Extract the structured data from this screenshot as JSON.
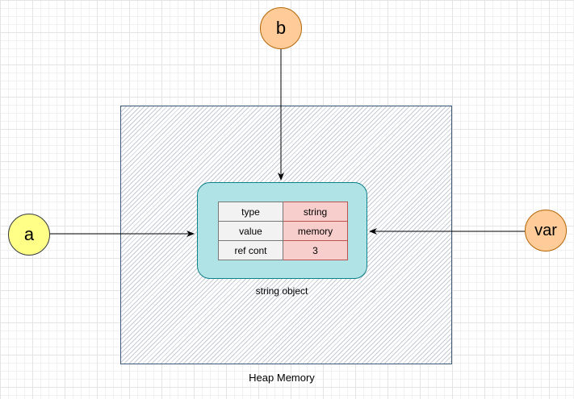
{
  "heap": {
    "label": "Heap Memory"
  },
  "object": {
    "label": "string object",
    "fields": [
      {
        "key": "type",
        "value": "string"
      },
      {
        "key": "value",
        "value": "memory"
      },
      {
        "key": "ref_key_label",
        "key_label": "ref cont",
        "value": "3"
      }
    ]
  },
  "references": {
    "a": "a",
    "b": "b",
    "var": "var"
  },
  "colors": {
    "heap_border": "#3d5a78",
    "object_fill": "#b0e3e6",
    "object_border": "#0e8088",
    "key_cell": "#f2f2f2",
    "value_cell": "#f8cecc",
    "node_a_fill": "#ffff88",
    "node_b_fill": "#ffcc99",
    "node_var_fill": "#ffcc99"
  }
}
